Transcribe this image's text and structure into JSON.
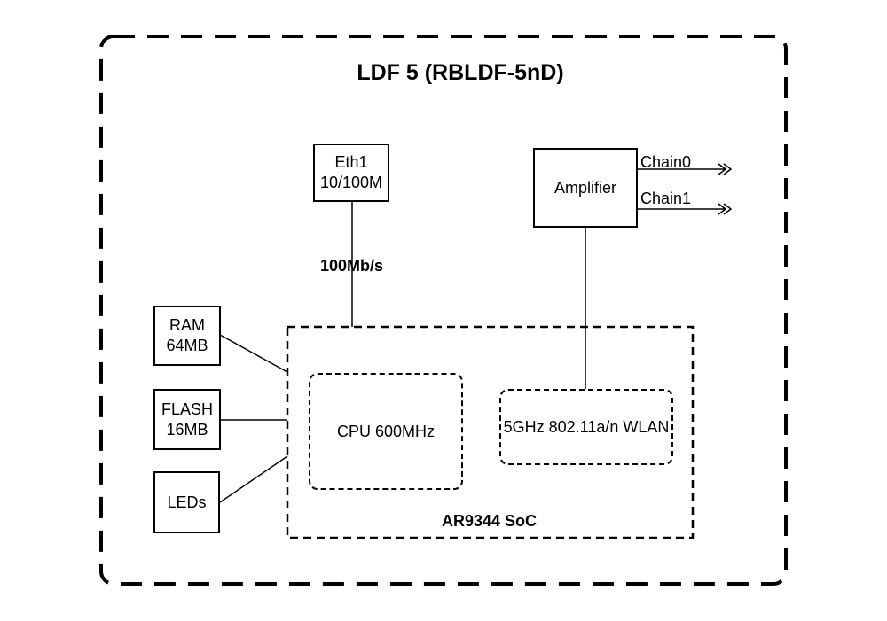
{
  "diagram": {
    "title": "LDF 5 (RBLDF-5nD)",
    "eth": {
      "line1": "Eth1",
      "line2": "10/100M"
    },
    "link_speed": "100Mb/s",
    "amplifier": "Amplifier",
    "chains": [
      "Chain0",
      "Chain1"
    ],
    "ram": {
      "line1": "RAM",
      "line2": "64MB"
    },
    "flash": {
      "line1": "FLASH",
      "line2": "16MB"
    },
    "leds": "LEDs",
    "cpu": {
      "line1": "CPU",
      "line2": "600MHz"
    },
    "wlan": {
      "line1": "5GHz 802.11a/n",
      "line2": "WLAN"
    },
    "soc": "AR9344 SoC"
  }
}
